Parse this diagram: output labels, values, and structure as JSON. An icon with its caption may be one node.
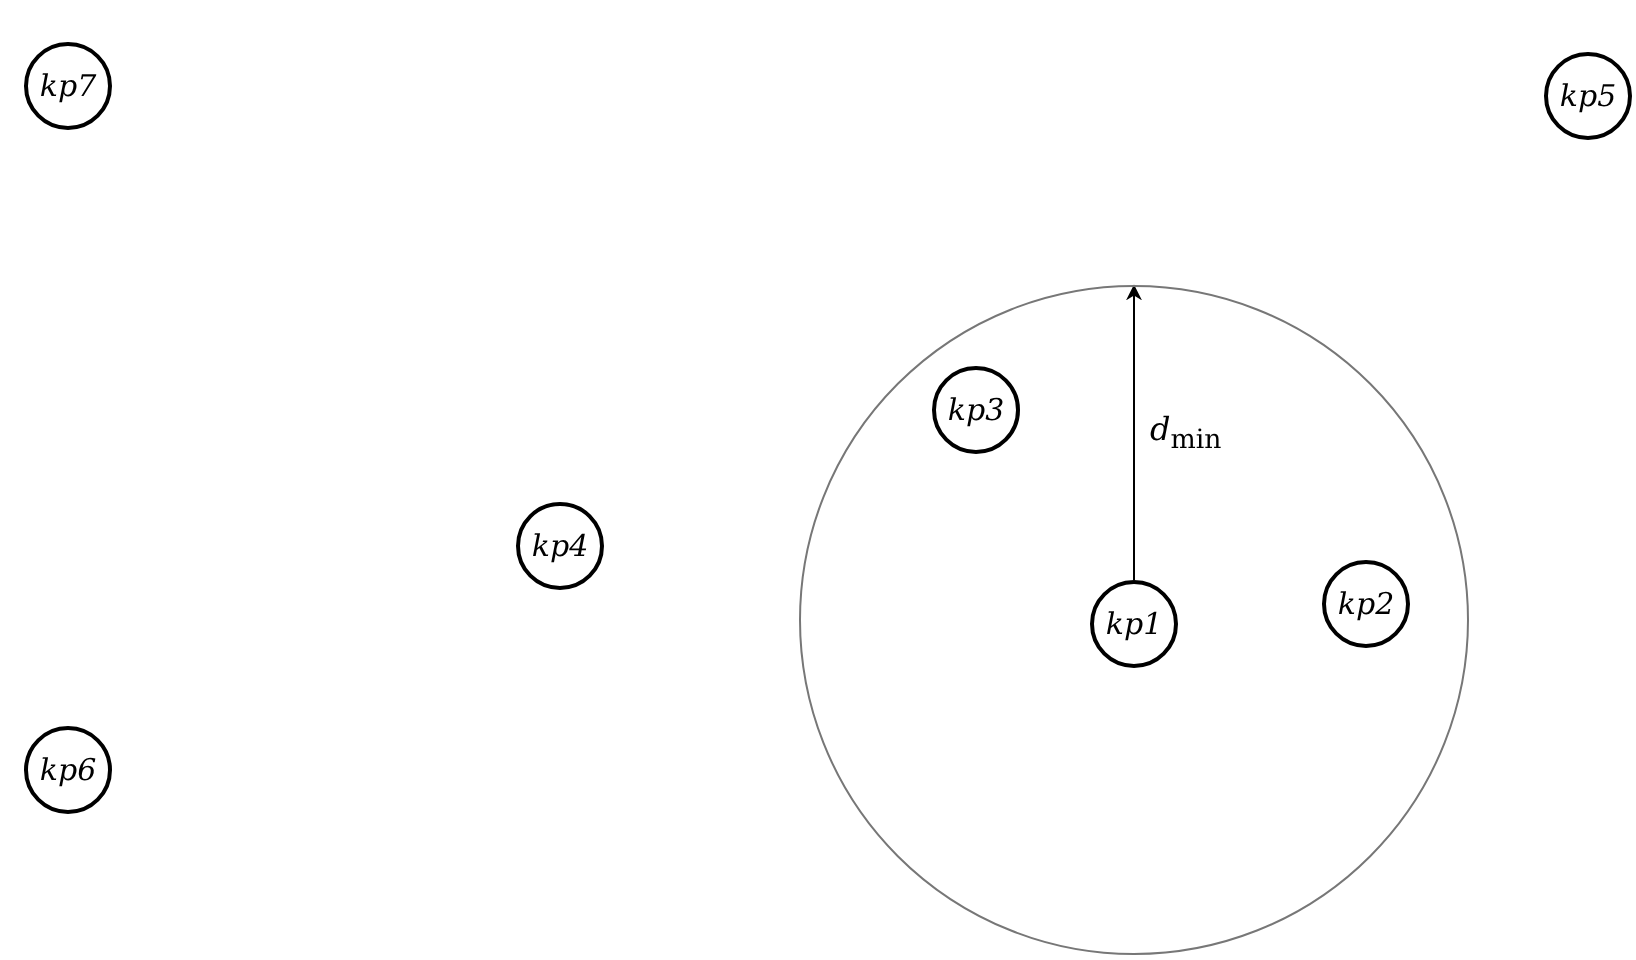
{
  "diagram": {
    "nodes": [
      {
        "text": [
          "kp7"
        ]
      },
      {
        "text": [
          "kp5"
        ]
      },
      {
        "text": [],
        "shape": "circle"
      },
      {
        "text": [
          "kp3"
        ],
        "in": 2
      },
      {
        "text": [
          "kp4"
        ]
      },
      {
        "text": [
          "kp1"
        ],
        "in": 2
      },
      {
        "text": [
          "kp2"
        ],
        "in": 2
      },
      {
        "text": [
          "kp6"
        ]
      }
    ],
    "edges": [
      {
        "from": 5,
        "to": 2,
        "arrow": "to",
        "label": "*d*$_{min}$"
      }
    ]
  }
}
